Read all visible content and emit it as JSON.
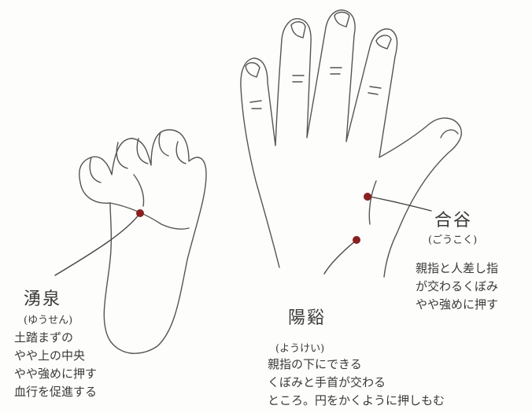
{
  "illustration": {
    "subjects": [
      "foot-sole",
      "left-hand"
    ]
  },
  "points": [
    {
      "id": "yusen",
      "name": "湧泉",
      "reading": "(ゆうせん)",
      "lines": [
        "土踏まずの",
        "やや上の中央",
        "やや強めに押す",
        "血行を促進する"
      ]
    },
    {
      "id": "yokei",
      "name": "陽谿",
      "reading": "(ようけい)",
      "lines": [
        "親指の下にできる",
        "くぼみと手首が交わる",
        "ところ。円をかくように押しもむ"
      ]
    },
    {
      "id": "goukoku",
      "name": "合谷",
      "reading": "(ごうこく)",
      "lines": [
        "親指と人差し指",
        "が交わるくぼみ",
        "やや強めに押す"
      ]
    }
  ],
  "colors": {
    "ink": "#3a3a3a",
    "point": "#8a1f1f",
    "paper": "#fdfdfb"
  }
}
